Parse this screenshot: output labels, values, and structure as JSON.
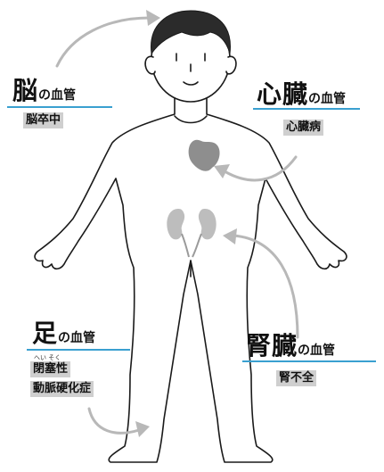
{
  "colors": {
    "outline": "#1a1a1a",
    "arrow": "#b8b8b8",
    "heart": "#8e8e8e",
    "kidney": "#bdbdbd",
    "rule": "#3aa0d0",
    "tag_bg": "#cfcfcf"
  },
  "labels": {
    "brain": {
      "big": "脳",
      "small": "の血管",
      "tag": "脳卒中"
    },
    "heart": {
      "big": "心臓",
      "small": "の血管",
      "tag": "心臓病"
    },
    "leg": {
      "big": "足",
      "small": "の血管",
      "ruby": "へい そく",
      "tag1": "閉塞性",
      "tag2": "動脈硬化症"
    },
    "kidney": {
      "big": "腎臓",
      "small": "の血管",
      "tag": "腎不全"
    }
  }
}
